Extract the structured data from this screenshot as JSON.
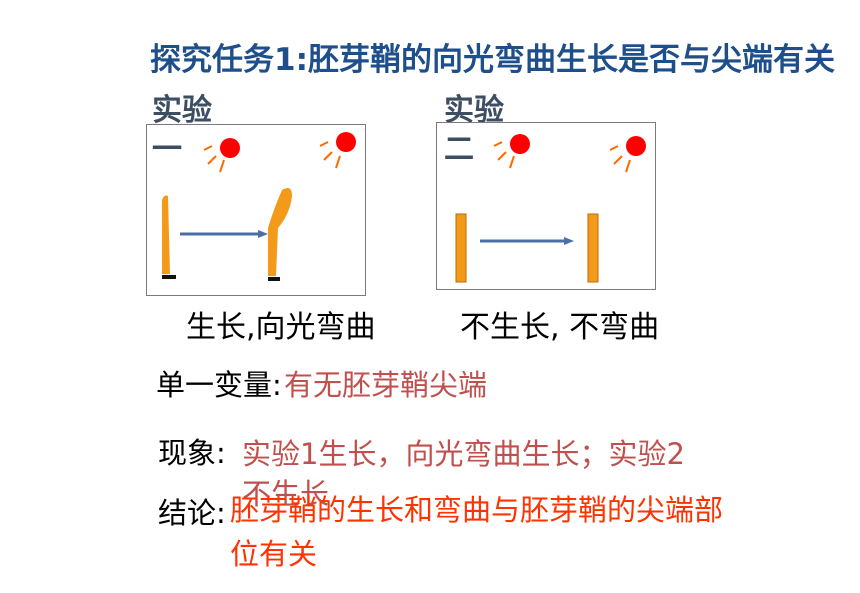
{
  "title": "探究任务1:胚芽鞘的向光弯曲生长是否与尖端有关",
  "experiments": [
    {
      "label": "实验",
      "number": "一",
      "caption": "生长,向光弯曲"
    },
    {
      "label": "实验",
      "number": "二",
      "caption": "不生长, 不弯曲"
    }
  ],
  "variable": {
    "label": "单一变量:",
    "value": "有无胚芽鞘尖端"
  },
  "phenomenon": {
    "label": "现象:",
    "value": "实验1生长，向光弯曲生长；实验2不生长"
  },
  "conclusion": {
    "label": "结论:",
    "value": "胚芽鞘的生长和弯曲与胚芽鞘的尖端部位有关"
  },
  "colors": {
    "title": "#1f4f8a",
    "sun": "#ff0000",
    "rays": "#ff6a00",
    "coleoptile": "#f39a1a",
    "arrow": "#4a6fa5",
    "answer": "#c0504d",
    "conclusion": "#ff3300"
  }
}
